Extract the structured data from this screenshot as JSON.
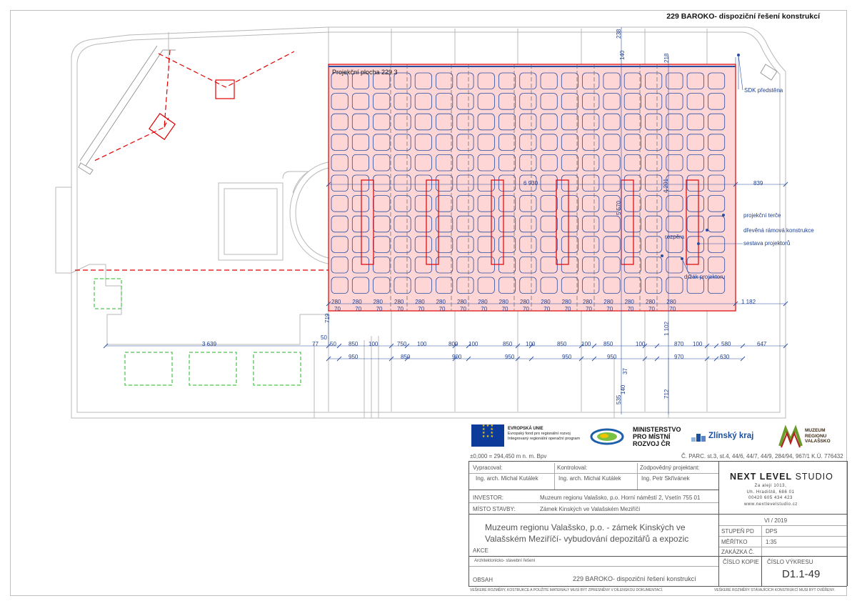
{
  "sheet_title": "229 BAROKO- dispoziční řešení konstrukcí",
  "plan": {
    "projection_area_label": "Projekční plocha 229.3",
    "callouts": {
      "sdk": "SDK předstěna",
      "targets": "projekční terče",
      "frame": "dřevěná rámová konstrukce",
      "projector_set": "sestava projektorů",
      "spacer": "rozpěra",
      "holder": "držák projektoru"
    },
    "dimensions": {
      "d_6930": "6 930",
      "d_839": "839",
      "d_5570": "5 570",
      "d_4201": "4 201",
      "d_1182": "1 182",
      "d_3639": "3 639",
      "d_77": "77",
      "d_50a": "50",
      "d_50b": "50",
      "d_719": "719",
      "d_1102": "1 102",
      "d_238": "238",
      "d_140a": "140",
      "d_218": "218",
      "d_535": "535",
      "d_140b": "140",
      "d_37": "37",
      "d_712": "712",
      "d_580": "580",
      "d_647": "647",
      "d_630": "630",
      "top_row": [
        "850",
        "100",
        "750",
        "100",
        "800",
        "100",
        "850",
        "100",
        "850",
        "100",
        "850",
        "100",
        "870",
        "100"
      ],
      "bottom_row": [
        "950",
        "850",
        "900",
        "950",
        "950",
        "950",
        "970"
      ],
      "grid_280": "280",
      "grid_70": "70"
    }
  },
  "logos": {
    "eu_title": "EVROPSKÁ UNIE",
    "eu_line1": "Evropský fond pro regionální rozvoj",
    "eu_line2": "Integrovaný regionální operační program",
    "mmr_line1": "MINISTERSTVO",
    "mmr_line2": "PRO MÍSTNÍ",
    "mmr_line3": "ROZVOJ ČR",
    "zk": "Zlínský kraj",
    "mrv_line1": "MUZEUM",
    "mrv_line2": "REGIONU",
    "mrv_line3": "VALAŠSKO"
  },
  "title_block": {
    "level": "±0,000 = 294,450 m n. m. Bpv",
    "parcels": "Č. PARC. st.3, st.4, 44/6, 44/7, 44/9, 284/94, 967/1 K.Ú. 776432",
    "prepared_label": "Vypracoval:",
    "prepared_value": "Ing. arch. Michal Kutálek",
    "checked_label": "Kontroloval:",
    "checked_value": "Ing. arch. Michal Kutálek",
    "designer_label": "Zodpovědný projektant:",
    "designer_value": "Ing. Petr Skřivánek",
    "investor_label": "INVESTOR:",
    "investor_value": "Muzeum regionu Valašsko, p.o. Horní náměstí 2, Vsetín 755 01",
    "site_label": "MÍSTO STAVBY:",
    "site_value": "Zámek Kinských ve Valašském Meziříčí",
    "project_line1": "Muzeum regionu Valašsko, p.o. - zámek Kinských ve",
    "project_line2": "Valašském Meziříčí- vybudování depozitářů a expozic",
    "action_label": "AKCE",
    "discipline": "Architektonicko- stavební řešení",
    "content_label": "OBSAH",
    "content_value": "229 BAROKO- dispoziční řešení konstrukcí",
    "studio_name_a": "NEXT LEVEL",
    "studio_name_b": "STUDIO",
    "studio_addr1": "Za alejí 1013,",
    "studio_addr2": "Uh. Hradiště, 686 01",
    "studio_addr3": "00420 605 434 423",
    "studio_addr4": "www.nextlevelstudio.cz",
    "date": "VI / 2019",
    "stage_label": "STUPEŇ PD",
    "stage_value": "DPS",
    "scale_label": "MĚŘÍTKO",
    "scale_value": "1:35",
    "order_label": "ZAKÁZKA Č.",
    "copy_label": "ČÍSLO KOPIE",
    "drawing_label": "ČÍSLO VÝKRESU",
    "drawing_no": "D1.1-49",
    "footnote_left": "VEŠKERÉ ROZMĚRY, KOSTRUKCE A POUŽITÉ MATERIÁLY MUSÍ BÝT ZPRESNĚNY V DÍLENSKOU DOKUMENTACÍ.",
    "footnote_right": "VEŠKERÉ ROZMĚRY STÁVAJÍCÍCH KONSTRUKCÍ MUSÍ BÝT OVĚŘENY."
  },
  "colors": {
    "plan_line": "#b8b8b8",
    "dimension": "#2a4fa3",
    "red": "#e00000",
    "projection_fill": "#ffd6d6",
    "green": "#22bb22"
  }
}
